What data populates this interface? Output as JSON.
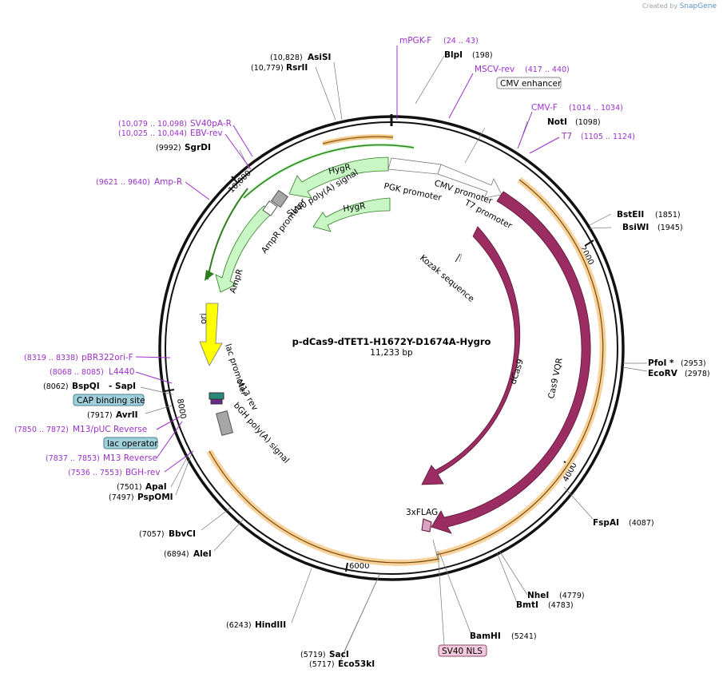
{
  "credit": {
    "prefix": "Created by",
    "brand": "SnapGene"
  },
  "plasmid": {
    "name": "p-dCas9-dTET1-H1672Y-D1674A-Hygro",
    "length": "11,233 bp"
  },
  "ticks": [
    "2000",
    "4000",
    "6000",
    "8000",
    "10,000"
  ],
  "sites": [
    {
      "name": "AsiSI",
      "pos": "(10,828)"
    },
    {
      "name": "RsrII",
      "pos": "(10,779)"
    },
    {
      "name": "BlpI",
      "pos": "(198)"
    },
    {
      "name": "NotI",
      "pos": "(1098)"
    },
    {
      "name": "SgrDI",
      "pos": "(9992)"
    },
    {
      "name": "BstEII",
      "pos": "(1851)"
    },
    {
      "name": "BsiWI",
      "pos": "(1945)"
    },
    {
      "name": "PfoI *",
      "pos": "(2953)"
    },
    {
      "name": "EcoRV",
      "pos": "(2978)"
    },
    {
      "name": "FspAI",
      "pos": "(4087)"
    },
    {
      "name": "NheI",
      "pos": "(4779)"
    },
    {
      "name": "BmtI",
      "pos": "(4783)"
    },
    {
      "name": "BamHI",
      "pos": "(5241)"
    },
    {
      "name": "SacI",
      "pos": "(5719)"
    },
    {
      "name": "Eco53kI",
      "pos": "(5717)"
    },
    {
      "name": "HindIII",
      "pos": "(6243)"
    },
    {
      "name": "AleI",
      "pos": "(6894)"
    },
    {
      "name": "BbvCI",
      "pos": "(7057)"
    },
    {
      "name": "PspOMI",
      "pos": "(7497)"
    },
    {
      "name": "ApaI",
      "pos": "(7501)"
    },
    {
      "name": "AvrII",
      "pos": "(7917)"
    },
    {
      "name": "BspQI",
      "pos": "(8062)"
    },
    {
      "name": "- SapI",
      "pos": ""
    }
  ],
  "primers": [
    {
      "name": "mPGK-F",
      "pos": "(24 .. 43)"
    },
    {
      "name": "MSCV-rev",
      "pos": "(417 .. 440)"
    },
    {
      "name": "CMV-F",
      "pos": "(1014 .. 1034)"
    },
    {
      "name": "T7",
      "pos": "(1105 .. 1124)"
    },
    {
      "name": "SV40pA-R",
      "pos": "(10,079 .. 10,098)"
    },
    {
      "name": "EBV-rev",
      "pos": "(10,025 .. 10,044)"
    },
    {
      "name": "Amp-R",
      "pos": "(9621 .. 9640)"
    },
    {
      "name": "pBR322ori-F",
      "pos": "(8319 .. 8338)"
    },
    {
      "name": "L4440",
      "pos": "(8068 .. 8085)"
    },
    {
      "name": "M13/pUC Reverse",
      "pos": "(7850 .. 7872)"
    },
    {
      "name": "M13 Reverse",
      "pos": "(7837 .. 7853)"
    },
    {
      "name": "BGH-rev",
      "pos": "(7536 .. 7553)"
    }
  ],
  "boxed": [
    "CMV enhancer",
    "CAP binding site",
    "lac operator",
    "SV40 NLS"
  ],
  "features": [
    "HygR",
    "HygR",
    "PGK promoter",
    "CMV promoter",
    "T7 promoter",
    "SV40 poly(A) signal",
    "AmpR promoter",
    "AmpR",
    "ori",
    "lac promoter",
    "M13 rev",
    "bGH poly(A) signal",
    "Kozak sequence",
    "dCas9",
    "Cas9 VQR",
    "3xFLAG"
  ],
  "colors": {
    "cds": "#9b2d63",
    "marker": "#c8f7c5",
    "marker_stroke": "#2e7d1f",
    "origin": "#ffff00",
    "promoter": "#ffffff",
    "orf_band": "#f9d9a6",
    "primer": "#9b30c8",
    "box_blue": "#9fd0dc",
    "box_pink": "#f2c9dc"
  }
}
